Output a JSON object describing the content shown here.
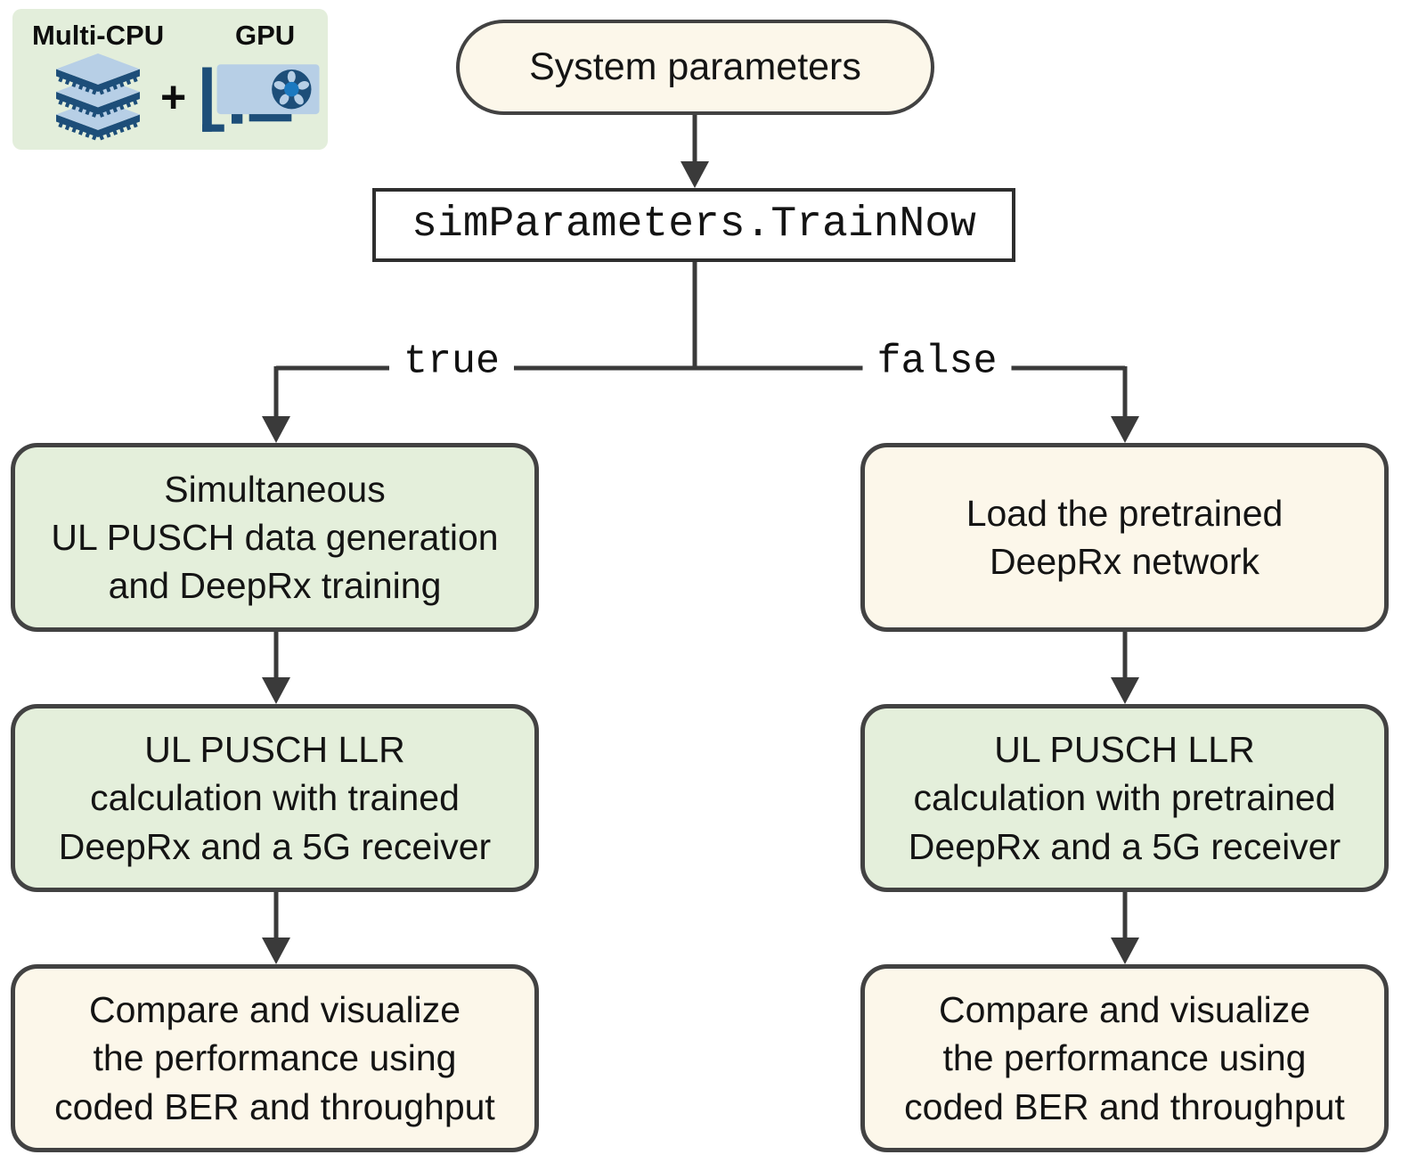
{
  "colors": {
    "green_fill": "#e4efdb",
    "cream_fill": "#fcf7ea",
    "node_border": "#424242",
    "connector": "#3a3a3a",
    "navy": "#1d4e79",
    "light_blue": "#b7cfe6",
    "hub_blue": "#1b79c0",
    "legend_bg": "#e3eedb"
  },
  "legend": {
    "cpu_label": "Multi-CPU",
    "gpu_label": "GPU",
    "plus_sign": "+",
    "cpu_icon": "multi-cpu-stack-icon",
    "gpu_icon": "gpu-card-icon"
  },
  "flow": {
    "start_label": "System parameters",
    "decision_label": "simParameters.TrainNow",
    "true_label": "true",
    "false_label": "false",
    "true_path": [
      {
        "text": "Simultaneous\nUL PUSCH data generation\nand DeepRx training"
      },
      {
        "text": "UL PUSCH LLR\ncalculation with trained\nDeepRx and a 5G receiver"
      },
      {
        "text": "Compare and visualize\nthe performance using\ncoded BER and throughput"
      }
    ],
    "false_path": [
      {
        "text": "Load the pretrained\nDeepRx network"
      },
      {
        "text": "UL PUSCH LLR\ncalculation with pretrained\nDeepRx and a 5G receiver"
      },
      {
        "text": "Compare and visualize\nthe performance using\ncoded BER and throughput"
      }
    ]
  }
}
